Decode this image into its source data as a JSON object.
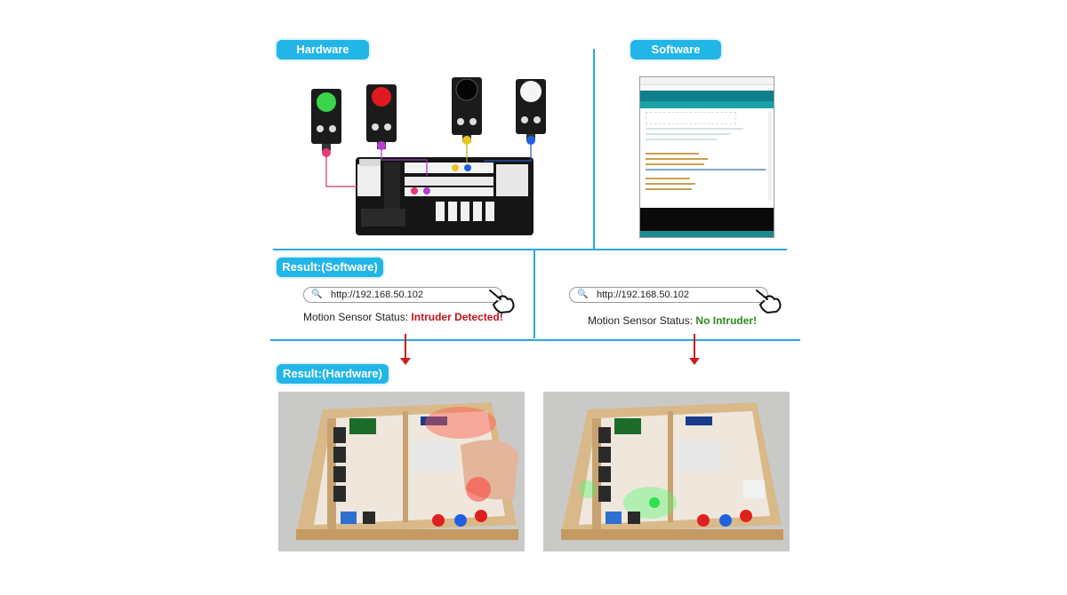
{
  "labels": {
    "hardware": "Hardware",
    "software": "Software",
    "result_software": "Result:(Software)",
    "result_hardware": "Result:(Hardware)"
  },
  "results": [
    {
      "url": "http://192.168.50.102",
      "status_label": "Motion Sensor Status:",
      "status_value": "Intruder Detected!",
      "status_color": "#c0141a"
    },
    {
      "url": "http://192.168.50.102",
      "status_label": "Motion Sensor Status:",
      "status_value": "No Intruder!",
      "status_color": "#2f8a20"
    }
  ],
  "colors": {
    "accent": "#22b5e8",
    "divider": "#2aa8de",
    "arrow": "#cc1e1e",
    "led_green": "#39d64a",
    "led_red": "#e0191f",
    "buzzer": "#111111",
    "led_white": "#f5f5f5",
    "dot_pink": "#e6397a",
    "dot_purple": "#b040d0",
    "dot_yellow": "#e8c820",
    "dot_blue": "#2060e0"
  }
}
